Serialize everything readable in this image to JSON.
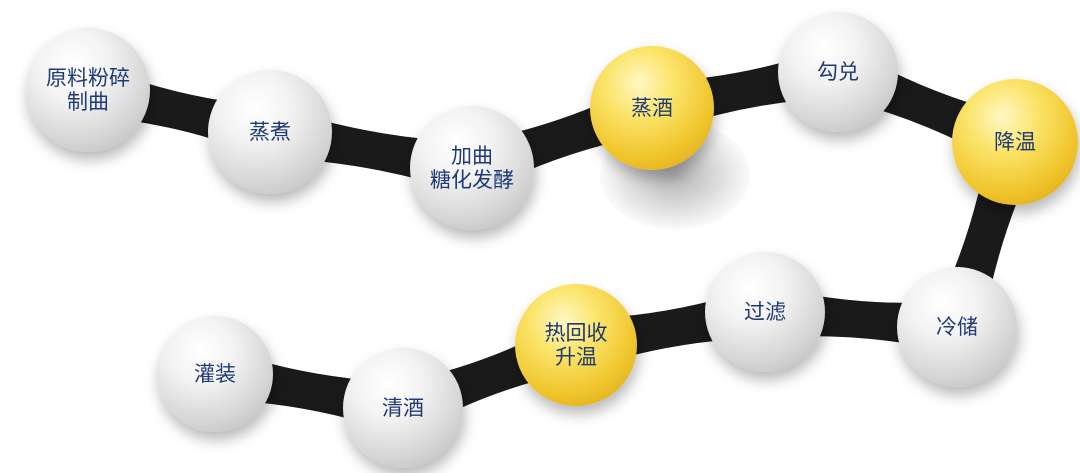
{
  "diagram": {
    "colors": {
      "connector": "#1a1a1a",
      "text": "#1f3a78",
      "grey_ball": "#dcdcdc",
      "gold_ball": "#f2c73a"
    },
    "steps": [
      {
        "id": "s1",
        "label": "原料粉碎\n制曲",
        "style": "grey"
      },
      {
        "id": "s2",
        "label": "蒸煮",
        "style": "grey"
      },
      {
        "id": "s3",
        "label": "加曲\n糖化发酵",
        "style": "grey"
      },
      {
        "id": "s4",
        "label": "蒸酒",
        "style": "gold"
      },
      {
        "id": "s5",
        "label": "勾兑",
        "style": "grey"
      },
      {
        "id": "s6",
        "label": "降温",
        "style": "gold"
      },
      {
        "id": "s7",
        "label": "冷储",
        "style": "grey"
      },
      {
        "id": "s8",
        "label": "过滤",
        "style": "grey"
      },
      {
        "id": "s9",
        "label": "热回收\n升温",
        "style": "gold"
      },
      {
        "id": "s10",
        "label": "清酒",
        "style": "grey"
      },
      {
        "id": "s11",
        "label": "灌装",
        "style": "grey"
      }
    ]
  }
}
